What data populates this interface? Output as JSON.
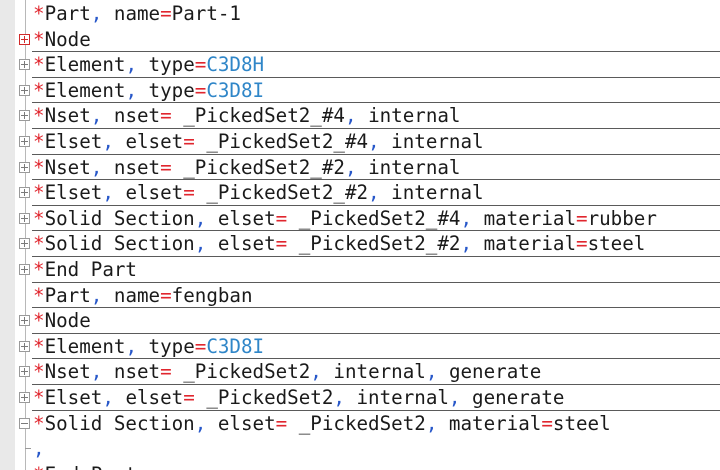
{
  "lines": [
    {
      "parts": [
        {
          "t": "*",
          "c": "star"
        },
        {
          "t": "Part",
          "c": "kw"
        },
        {
          "t": ",",
          "c": "punc"
        },
        {
          "t": " name",
          "c": "kw"
        },
        {
          "t": "=",
          "c": "op"
        },
        {
          "t": "Part-1",
          "c": "val"
        }
      ],
      "fold": "none",
      "rule": false
    },
    {
      "parts": [
        {
          "t": "*",
          "c": "star"
        },
        {
          "t": "Node",
          "c": "kw"
        }
      ],
      "fold": "plus-red",
      "rule": true
    },
    {
      "parts": [
        {
          "t": "*",
          "c": "star"
        },
        {
          "t": "Element",
          "c": "kw"
        },
        {
          "t": ",",
          "c": "punc"
        },
        {
          "t": " type",
          "c": "kw"
        },
        {
          "t": "=",
          "c": "op"
        },
        {
          "t": "C3D8H",
          "c": "tval"
        }
      ],
      "fold": "plus",
      "rule": true
    },
    {
      "parts": [
        {
          "t": "*",
          "c": "star"
        },
        {
          "t": "Element",
          "c": "kw"
        },
        {
          "t": ",",
          "c": "punc"
        },
        {
          "t": " type",
          "c": "kw"
        },
        {
          "t": "=",
          "c": "op"
        },
        {
          "t": "C3D8I",
          "c": "tval"
        }
      ],
      "fold": "plus",
      "rule": true
    },
    {
      "parts": [
        {
          "t": "*",
          "c": "star"
        },
        {
          "t": "Nset",
          "c": "kw"
        },
        {
          "t": ",",
          "c": "punc"
        },
        {
          "t": " nset",
          "c": "kw"
        },
        {
          "t": "=",
          "c": "op"
        },
        {
          "t": " _PickedSet2_#4",
          "c": "val"
        },
        {
          "t": ",",
          "c": "punc"
        },
        {
          "t": " internal",
          "c": "kw"
        }
      ],
      "fold": "plus",
      "rule": true
    },
    {
      "parts": [
        {
          "t": "*",
          "c": "star"
        },
        {
          "t": "Elset",
          "c": "kw"
        },
        {
          "t": ",",
          "c": "punc"
        },
        {
          "t": " elset",
          "c": "kw"
        },
        {
          "t": "=",
          "c": "op"
        },
        {
          "t": " _PickedSet2_#4",
          "c": "val"
        },
        {
          "t": ",",
          "c": "punc"
        },
        {
          "t": " internal",
          "c": "kw"
        }
      ],
      "fold": "plus",
      "rule": true
    },
    {
      "parts": [
        {
          "t": "*",
          "c": "star"
        },
        {
          "t": "Nset",
          "c": "kw"
        },
        {
          "t": ",",
          "c": "punc"
        },
        {
          "t": " nset",
          "c": "kw"
        },
        {
          "t": "=",
          "c": "op"
        },
        {
          "t": " _PickedSet2_#2",
          "c": "val"
        },
        {
          "t": ",",
          "c": "punc"
        },
        {
          "t": " internal",
          "c": "kw"
        }
      ],
      "fold": "plus",
      "rule": true
    },
    {
      "parts": [
        {
          "t": "*",
          "c": "star"
        },
        {
          "t": "Elset",
          "c": "kw"
        },
        {
          "t": ",",
          "c": "punc"
        },
        {
          "t": " elset",
          "c": "kw"
        },
        {
          "t": "=",
          "c": "op"
        },
        {
          "t": " _PickedSet2_#2",
          "c": "val"
        },
        {
          "t": ",",
          "c": "punc"
        },
        {
          "t": " internal",
          "c": "kw"
        }
      ],
      "fold": "plus",
      "rule": true
    },
    {
      "parts": [
        {
          "t": "*",
          "c": "star"
        },
        {
          "t": "Solid Section",
          "c": "kw"
        },
        {
          "t": ",",
          "c": "punc"
        },
        {
          "t": " elset",
          "c": "kw"
        },
        {
          "t": "=",
          "c": "op"
        },
        {
          "t": " _PickedSet2_#4",
          "c": "val"
        },
        {
          "t": ",",
          "c": "punc"
        },
        {
          "t": " material",
          "c": "kw"
        },
        {
          "t": "=",
          "c": "op"
        },
        {
          "t": "rubber",
          "c": "val"
        }
      ],
      "fold": "plus",
      "rule": true
    },
    {
      "parts": [
        {
          "t": "*",
          "c": "star"
        },
        {
          "t": "Solid Section",
          "c": "kw"
        },
        {
          "t": ",",
          "c": "punc"
        },
        {
          "t": " elset",
          "c": "kw"
        },
        {
          "t": "=",
          "c": "op"
        },
        {
          "t": " _PickedSet2_#2",
          "c": "val"
        },
        {
          "t": ",",
          "c": "punc"
        },
        {
          "t": " material",
          "c": "kw"
        },
        {
          "t": "=",
          "c": "op"
        },
        {
          "t": "steel",
          "c": "val"
        }
      ],
      "fold": "plus",
      "rule": true
    },
    {
      "parts": [
        {
          "t": "*",
          "c": "star"
        },
        {
          "t": "End Part",
          "c": "kw"
        }
      ],
      "fold": "plus",
      "rule": true
    },
    {
      "parts": [
        {
          "t": "*",
          "c": "star"
        },
        {
          "t": "Part",
          "c": "kw"
        },
        {
          "t": ",",
          "c": "punc"
        },
        {
          "t": " name",
          "c": "kw"
        },
        {
          "t": "=",
          "c": "op"
        },
        {
          "t": "fengban",
          "c": "val"
        }
      ],
      "fold": "none",
      "rule": true
    },
    {
      "parts": [
        {
          "t": "*",
          "c": "star"
        },
        {
          "t": "Node",
          "c": "kw"
        }
      ],
      "fold": "plus",
      "rule": true
    },
    {
      "parts": [
        {
          "t": "*",
          "c": "star"
        },
        {
          "t": "Element",
          "c": "kw"
        },
        {
          "t": ",",
          "c": "punc"
        },
        {
          "t": " type",
          "c": "kw"
        },
        {
          "t": "=",
          "c": "op"
        },
        {
          "t": "C3D8I",
          "c": "tval"
        }
      ],
      "fold": "plus",
      "rule": true
    },
    {
      "parts": [
        {
          "t": "*",
          "c": "star"
        },
        {
          "t": "Nset",
          "c": "kw"
        },
        {
          "t": ",",
          "c": "punc"
        },
        {
          "t": " nset",
          "c": "kw"
        },
        {
          "t": "=",
          "c": "op"
        },
        {
          "t": " _PickedSet2",
          "c": "val"
        },
        {
          "t": ",",
          "c": "punc"
        },
        {
          "t": " internal",
          "c": "kw"
        },
        {
          "t": ",",
          "c": "punc"
        },
        {
          "t": " generate",
          "c": "kw"
        }
      ],
      "fold": "plus",
      "rule": true
    },
    {
      "parts": [
        {
          "t": "*",
          "c": "star"
        },
        {
          "t": "Elset",
          "c": "kw"
        },
        {
          "t": ",",
          "c": "punc"
        },
        {
          "t": " elset",
          "c": "kw"
        },
        {
          "t": "=",
          "c": "op"
        },
        {
          "t": " _PickedSet2",
          "c": "val"
        },
        {
          "t": ",",
          "c": "punc"
        },
        {
          "t": " internal",
          "c": "kw"
        },
        {
          "t": ",",
          "c": "punc"
        },
        {
          "t": " generate",
          "c": "kw"
        }
      ],
      "fold": "plus",
      "rule": true
    },
    {
      "parts": [
        {
          "t": "*",
          "c": "star"
        },
        {
          "t": "Solid Section",
          "c": "kw"
        },
        {
          "t": ",",
          "c": "punc"
        },
        {
          "t": " elset",
          "c": "kw"
        },
        {
          "t": "=",
          "c": "op"
        },
        {
          "t": " _PickedSet2",
          "c": "val"
        },
        {
          "t": ",",
          "c": "punc"
        },
        {
          "t": " material",
          "c": "kw"
        },
        {
          "t": "=",
          "c": "op"
        },
        {
          "t": "steel",
          "c": "val"
        }
      ],
      "fold": "minus",
      "rule": false
    },
    {
      "parts": [
        {
          "t": ",",
          "c": "punc"
        }
      ],
      "fold": "corner",
      "rule": false
    },
    {
      "parts": [
        {
          "t": "*",
          "c": "star"
        },
        {
          "t": "End Part",
          "c": "kw"
        }
      ],
      "fold": "none",
      "rule": false
    }
  ]
}
